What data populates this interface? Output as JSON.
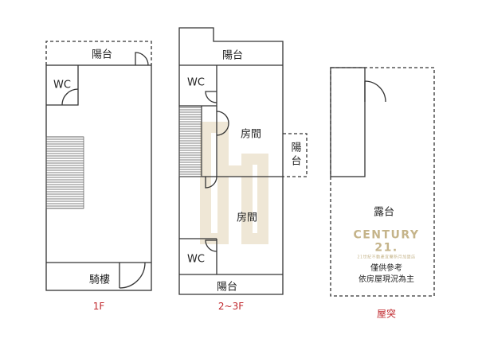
{
  "plans": [
    {
      "caption": "1F",
      "rooms": {
        "balcony": "陽台",
        "wc": "WC",
        "arcade": "騎樓"
      }
    },
    {
      "caption": "2~3F",
      "rooms": {
        "balcony_top": "陽台",
        "wc_top": "WC",
        "room_top": "房間",
        "side_balcony": "陽台",
        "room_bottom": "房間",
        "wc_bottom": "WC",
        "balcony_bottom": "陽台"
      }
    },
    {
      "caption": "屋突",
      "rooms": {
        "terrace": "露台"
      }
    }
  ],
  "watermark": {
    "brand": "CENTURY 21.",
    "branch": "21世紀不動產宜蘭新月加盟店"
  },
  "note": {
    "line1": "僅供參考",
    "line2": "依房屋現況為主"
  },
  "colors": {
    "line": "#333333",
    "caption": "#c0282d",
    "brand": "#c5b48a"
  }
}
